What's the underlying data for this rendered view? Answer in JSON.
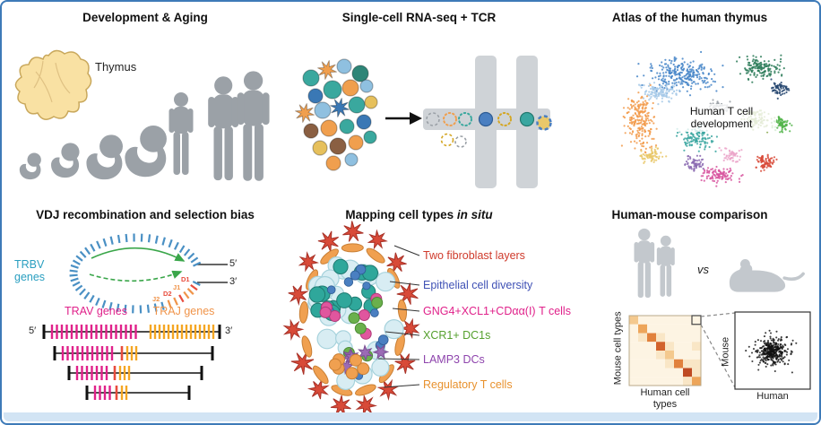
{
  "panels": {
    "development": {
      "title": "Development & Aging",
      "thymus_label": "Thymus"
    },
    "scrnaseq": {
      "title": "Single-cell RNA-seq + TCR",
      "cell_palette": [
        "#f09f4e",
        "#3aa89e",
        "#8fc0e0",
        "#3a78b5",
        "#8a5f42",
        "#e6c05c",
        "#2e8577",
        "#cdd1d5"
      ]
    },
    "atlas": {
      "title": "Atlas of the human thymus",
      "annotation_line1": "Human T cell",
      "annotation_line2": "development",
      "cluster_colors": [
        "#4585c8",
        "#a6c9e8",
        "#2e7d5b",
        "#24456e",
        "#f29a4a",
        "#e9c86a",
        "#3aa6a0",
        "#8aa84e",
        "#52b44a",
        "#d84a38",
        "#d857a0",
        "#8a68b0",
        "#eba5c9",
        "#9aa0a6"
      ]
    },
    "vdj": {
      "title": "VDJ recombination and selection bias",
      "trbv_label": "TRBV genes",
      "trav_label": "TRAV genes",
      "traj_label": "TRAJ genes",
      "five_prime": "5′",
      "three_prime": "3′",
      "segment_labels": [
        "D1",
        "J1",
        "D2",
        "J2"
      ],
      "trbv_color": "#2a9fc0",
      "trav_color": "#e0218a",
      "traj_color": "#f0944a",
      "d_color": "#e84c3d"
    },
    "insitu": {
      "title_prefix": "Mapping cell types ",
      "title_italic": "in situ",
      "labels": [
        {
          "text": "Two fibroblast layers",
          "color": "#cf3a2b"
        },
        {
          "text": "Epithelial cell diversity",
          "color": "#3f51b5"
        },
        {
          "text": "GNG4+XCL1+CDαα(I) T cells",
          "color": "#e0218a"
        },
        {
          "text": "XCR1+ DC1s",
          "color": "#55a02e"
        },
        {
          "text": "LAMP3 DCs",
          "color": "#8e44ad"
        },
        {
          "text": "Regulatory T cells",
          "color": "#e8912d"
        }
      ]
    },
    "comparison": {
      "title": "Human-mouse comparison",
      "vs_label": "vs",
      "heatmap_ylabel": "Mouse cell types",
      "heatmap_xlabel": "Human cell types",
      "scatter_ylabel": "Mouse",
      "scatter_xlabel": "Human"
    }
  }
}
